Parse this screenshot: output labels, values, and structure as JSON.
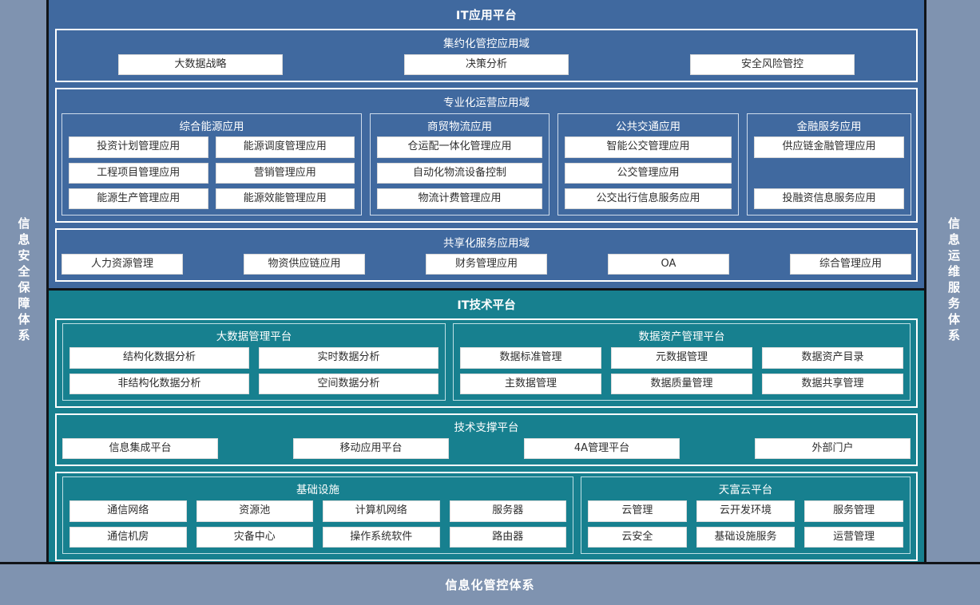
{
  "rails": {
    "left": "信息安全保障体系",
    "right": "信息运维服务体系"
  },
  "app_platform": {
    "title": "IT应用平台",
    "domains": [
      {
        "title": "集约化管控应用域",
        "items": [
          "大数据战略",
          "决策分析",
          "安全风险管控"
        ]
      },
      {
        "title": "专业化运营应用域",
        "groups": [
          {
            "title": "综合能源应用",
            "items": [
              "投资计划管理应用",
              "能源调度管理应用",
              "工程项目管理应用",
              "营销管理应用",
              "能源生产管理应用",
              "能源效能管理应用"
            ]
          },
          {
            "title": "商贸物流应用",
            "items": [
              "仓运配一体化管理应用",
              "自动化物流设备控制",
              "物流计费管理应用"
            ]
          },
          {
            "title": "公共交通应用",
            "items": [
              "智能公交管理应用",
              "公交管理应用",
              "公交出行信息服务应用"
            ]
          },
          {
            "title": "金融服务应用",
            "items": [
              "供应链金融管理应用",
              "投融资信息服务应用"
            ]
          }
        ]
      },
      {
        "title": "共享化服务应用域",
        "items": [
          "人力资源管理",
          "物资供应链应用",
          "财务管理应用",
          "OA",
          "综合管理应用"
        ]
      }
    ]
  },
  "tech_platform": {
    "title": "IT技术平台",
    "blocks": [
      {
        "subgroups": [
          {
            "title": "大数据管理平台",
            "items": [
              "结构化数据分析",
              "实时数据分析",
              "非结构化数据分析",
              "空间数据分析"
            ]
          },
          {
            "title": "数据资产管理平台",
            "items": [
              "数据标准管理",
              "元数据管理",
              "数据资产目录",
              "主数据管理",
              "数据质量管理",
              "数据共享管理"
            ]
          }
        ]
      },
      {
        "title": "技术支撑平台",
        "items": [
          "信息集成平台",
          "移动应用平台",
          "4A管理平台",
          "外部门户"
        ]
      },
      {
        "subgroups": [
          {
            "title": "基础设施",
            "items": [
              "通信网络",
              "资源池",
              "计算机网络",
              "服务器",
              "通信机房",
              "灾备中心",
              "操作系统软件",
              "路由器"
            ]
          },
          {
            "title": "天富云平台",
            "items": [
              "云管理",
              "云开发环境",
              "服务管理",
              "云安全",
              "基础设施服务",
              "运营管理"
            ]
          }
        ]
      }
    ]
  },
  "footer": {
    "title": "信息化管控体系"
  },
  "colors": {
    "background": "#7f93b0",
    "app_platform": "#40699f",
    "tech_platform": "#17808f",
    "chip": "#ffffff",
    "border": "#111418"
  }
}
